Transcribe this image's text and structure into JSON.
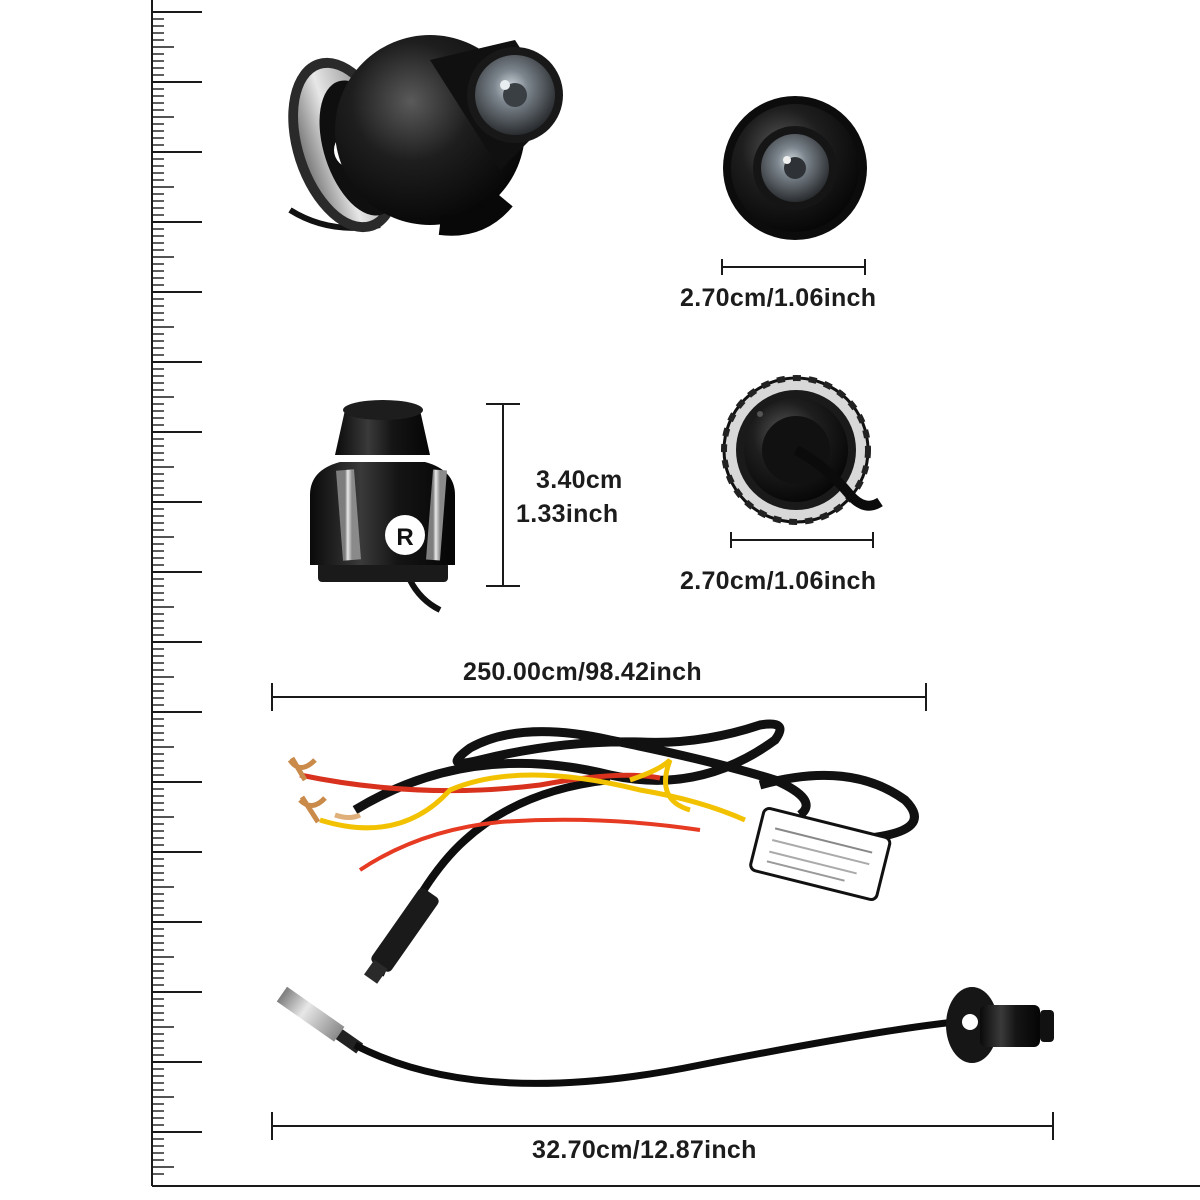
{
  "dimensions": {
    "camera_front_width": "2.70cm/1.06inch",
    "camera_height_cm": "3.40cm",
    "camera_height_inch": "1.33inch",
    "camera_back_width": "2.70cm/1.06inch",
    "power_cable_length": "250.00cm/98.42inch",
    "camera_cable_length": "32.70cm/12.87inch"
  },
  "camera_markings": {
    "rear_badge": "R"
  },
  "colors": {
    "camera_body": "#141414",
    "cable": "#111111",
    "wire_red": "#d8321e",
    "wire_yellow": "#f2c200",
    "ruler": "#1a1a1a"
  }
}
